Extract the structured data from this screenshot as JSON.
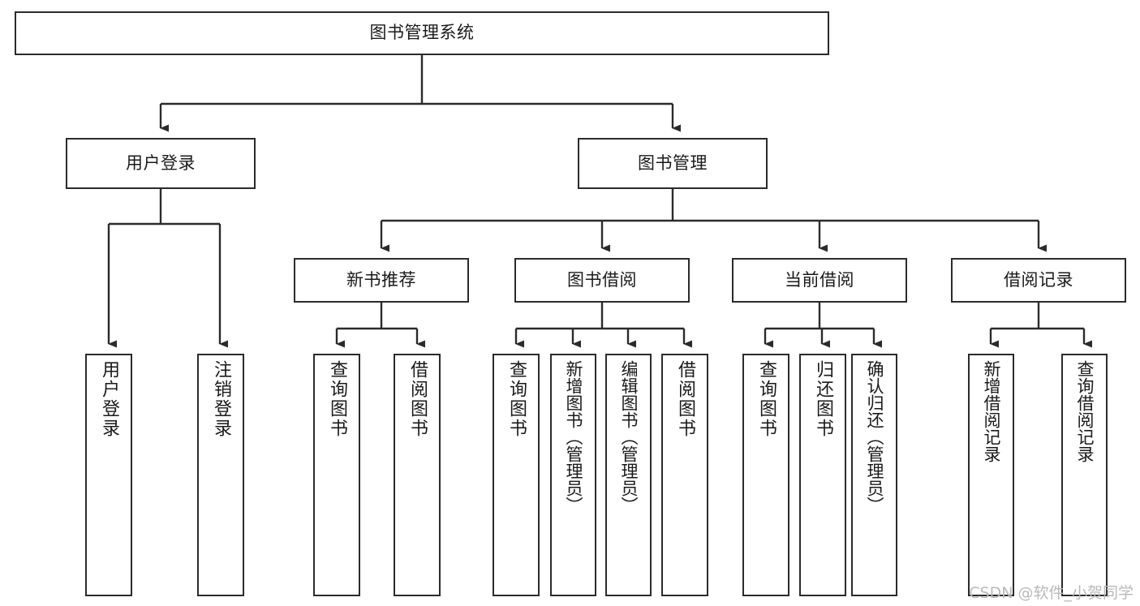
{
  "diagram": {
    "title": "图书管理系统",
    "watermark": "CSDN @软件_小贺同学",
    "colors": {
      "background": "#ffffff",
      "box_border": "#2b2b2b",
      "connector": "#2b2b2b",
      "text": "#1a1a1a",
      "watermark": "#b9b9b9"
    },
    "root": {
      "label": "图书管理系统"
    },
    "level2": [
      {
        "label": "用户登录"
      },
      {
        "label": "图书管理"
      }
    ],
    "level3": [
      {
        "label": "新书推荐"
      },
      {
        "label": "图书借阅"
      },
      {
        "label": "当前借阅"
      },
      {
        "label": "借阅记录"
      }
    ],
    "leaves": {
      "user_login": [
        {
          "label": "用户登录"
        },
        {
          "label": "注销登录"
        }
      ],
      "new_book_recommend": [
        {
          "label": "查询图书"
        },
        {
          "label": "借阅图书"
        }
      ],
      "book_borrow": [
        {
          "label": "查询图书"
        },
        {
          "label": "新增图书（管理员）"
        },
        {
          "label": "编辑图书（管理员）"
        },
        {
          "label": "借阅图书"
        }
      ],
      "current_borrow": [
        {
          "label": "查询图书"
        },
        {
          "label": "归还图书"
        },
        {
          "label": "确认归还（管理员）"
        }
      ],
      "borrow_record": [
        {
          "label": "新增借阅记录"
        },
        {
          "label": "查询借阅记录"
        }
      ]
    }
  }
}
